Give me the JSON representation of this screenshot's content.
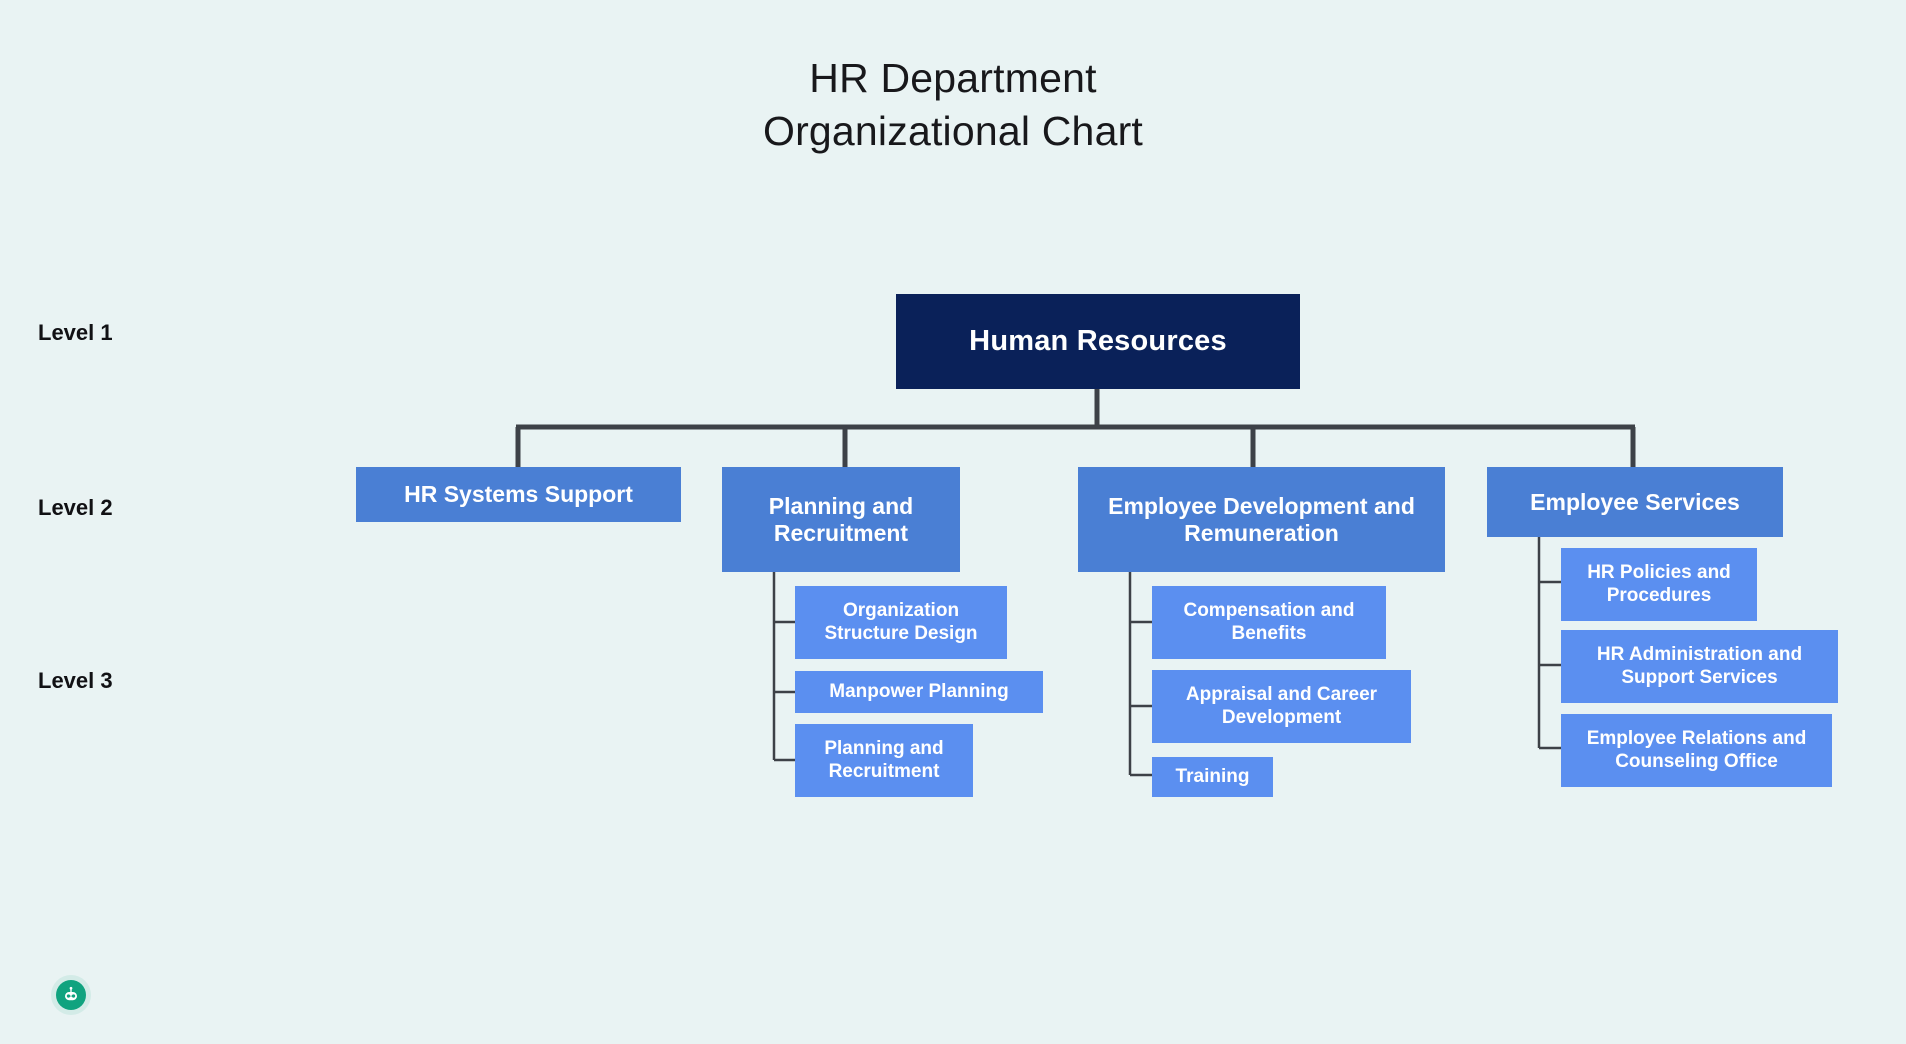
{
  "title": {
    "line1": "HR Department",
    "line2": "Organizational Chart"
  },
  "levels": [
    {
      "label": "Level 1"
    },
    {
      "label": "Level 2"
    },
    {
      "label": "Level 3"
    }
  ],
  "colors": {
    "background": "#e9f3f3",
    "root_box": "#0a2159",
    "level2_box": "#4a7fd4",
    "level3_box": "#5b8ff0",
    "connector": "#3d4147",
    "node_text": "#ffffff",
    "title_text": "#18181b",
    "badge": "#10a37f"
  },
  "chart_data": {
    "type": "tree",
    "title": "HR Department Organizational Chart",
    "root": {
      "label": "Human Resources",
      "level": 1,
      "children": [
        {
          "label": "HR Systems Support",
          "level": 2,
          "children": []
        },
        {
          "label": "Planning and Recruitment",
          "level": 2,
          "children": [
            {
              "label": "Organization Structure Design",
              "level": 3
            },
            {
              "label": "Manpower Planning",
              "level": 3
            },
            {
              "label": "Planning and Recruitment",
              "level": 3
            }
          ]
        },
        {
          "label": "Employee Development and Remuneration",
          "level": 2,
          "children": [
            {
              "label": "Compensation and Benefits",
              "level": 3
            },
            {
              "label": "Appraisal and Career Development",
              "level": 3
            },
            {
              "label": "Training",
              "level": 3
            }
          ]
        },
        {
          "label": "Employee Services",
          "level": 2,
          "children": [
            {
              "label": "HR Policies and Procedures",
              "level": 3
            },
            {
              "label": "HR Administration and Support Services",
              "level": 3
            },
            {
              "label": "Employee Relations and Counseling Office",
              "level": 3
            }
          ]
        }
      ]
    }
  },
  "nodes": {
    "root": {
      "label": "Human Resources"
    },
    "l2_0": {
      "label": "HR Systems Support"
    },
    "l2_1": {
      "label": "Planning and Recruitment"
    },
    "l2_2": {
      "label": "Employee Development and Remuneration"
    },
    "l2_3": {
      "label": "Employee Services"
    },
    "l3_1_0": {
      "label": "Organization Structure Design"
    },
    "l3_1_1": {
      "label": "Manpower Planning"
    },
    "l3_1_2": {
      "label": "Planning and Recruitment"
    },
    "l3_2_0": {
      "label": "Compensation and Benefits"
    },
    "l3_2_1": {
      "label": "Appraisal and Career Development"
    },
    "l3_2_2": {
      "label": "Training"
    },
    "l3_3_0": {
      "label": "HR Policies and Procedures"
    },
    "l3_3_1": {
      "label": "HR Administration and Support Services"
    },
    "l3_3_2": {
      "label": "Employee Relations and Counseling Office"
    }
  },
  "badge": {
    "icon": "robot-icon"
  }
}
